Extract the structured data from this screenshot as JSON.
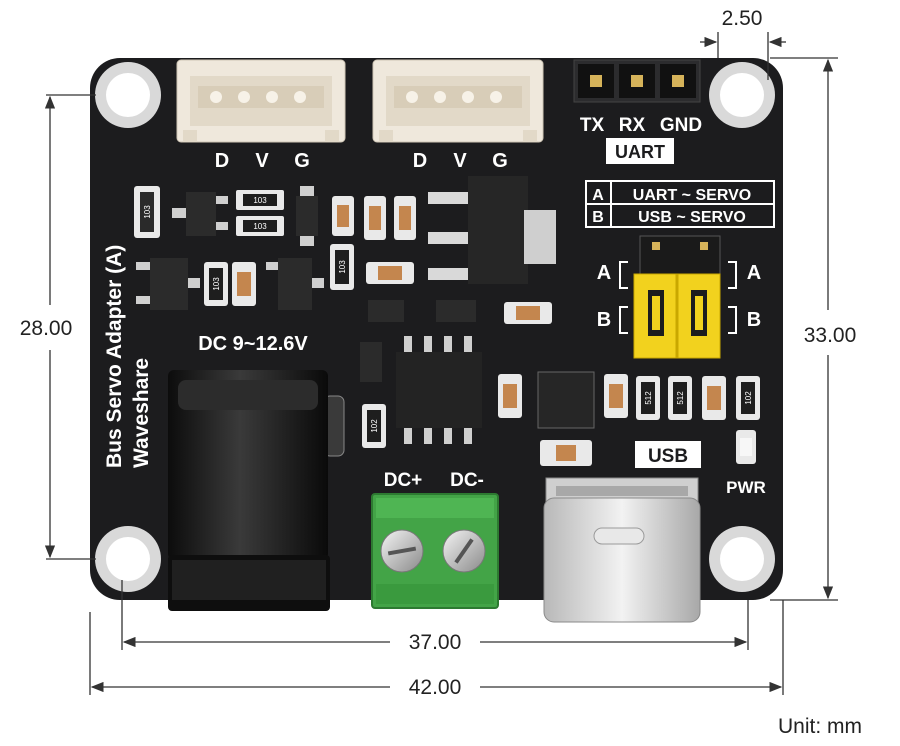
{
  "board": {
    "name": "Bus Servo Adapter (A)",
    "brand": "Waveshare",
    "servo_port_labels": [
      "D",
      "V",
      "G"
    ],
    "uart_pins": [
      "TX",
      "RX",
      "GND"
    ],
    "uart_label": "UART",
    "mode_table": [
      {
        "key": "A",
        "desc": "UART ~ SERVO"
      },
      {
        "key": "B",
        "desc": "USB ~ SERVO"
      }
    ],
    "jumper_labels": {
      "a": "A",
      "b": "B"
    },
    "dc_input_label": "DC 9~12.6V",
    "terminal_labels": [
      "DC+",
      "DC-"
    ],
    "usb_label": "USB",
    "pwr_label": "PWR",
    "resistor_codes": [
      "103",
      "103",
      "103",
      "103",
      "103",
      "102",
      "512",
      "512",
      "102"
    ]
  },
  "dimensions": {
    "top_offset": "2.50",
    "left_height": "28.00",
    "right_height": "33.00",
    "hole_spacing": "37.00",
    "overall_width": "42.00",
    "unit": "Unit: mm"
  },
  "colors": {
    "pcb": "#1c1c1e",
    "connector": "#efe8dc",
    "terminal_block": "#43a447",
    "jumper": "#f2d21e",
    "dimension_line": "#333333"
  }
}
